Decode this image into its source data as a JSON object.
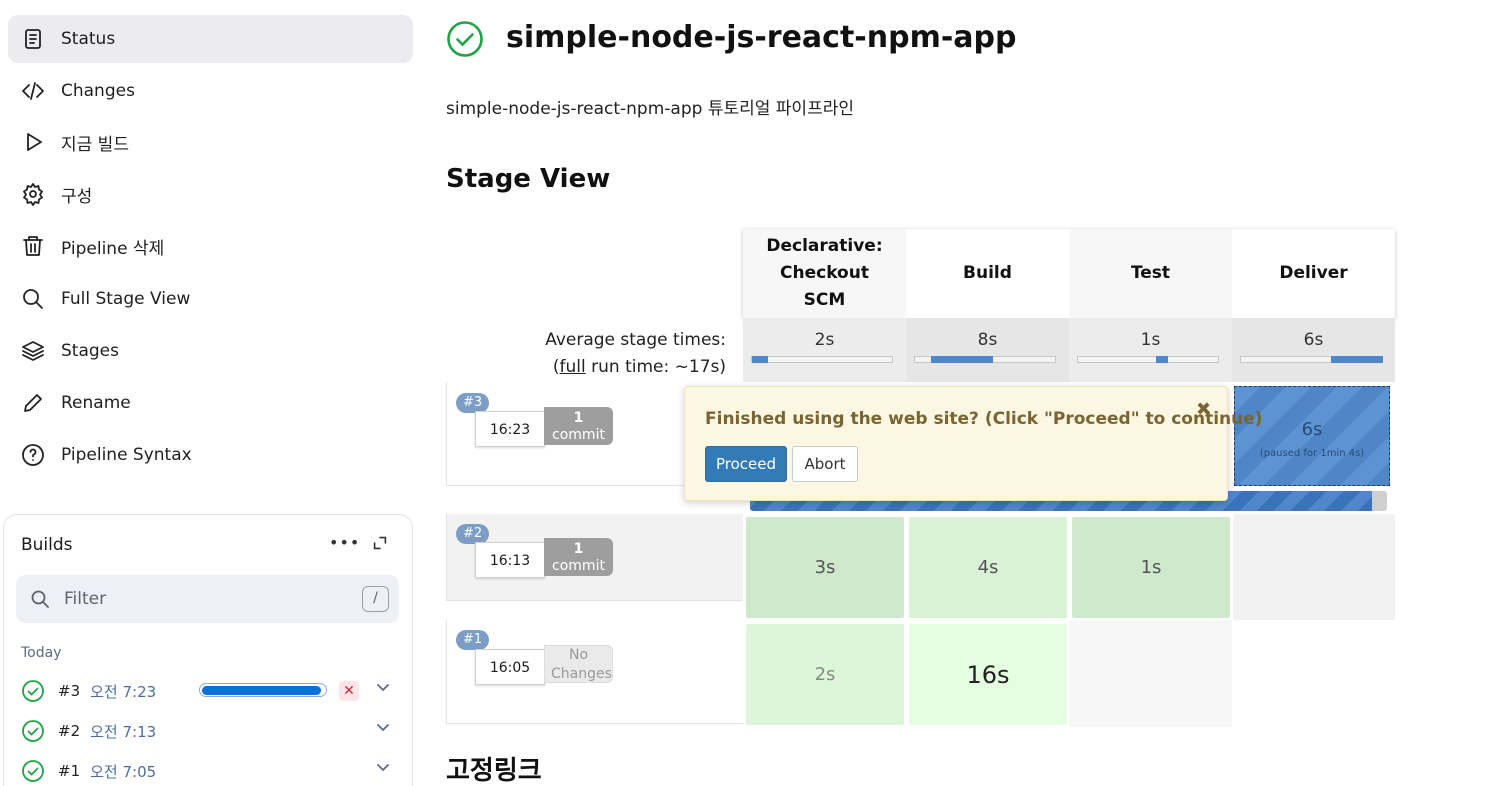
{
  "sidebar": {
    "items": [
      {
        "label": "Status",
        "icon": "status-icon"
      },
      {
        "label": "Changes",
        "icon": "code-icon"
      },
      {
        "label": "지금 빌드",
        "icon": "play-icon"
      },
      {
        "label": "구성",
        "icon": "gear-icon"
      },
      {
        "label": "Pipeline 삭제",
        "icon": "trash-icon"
      },
      {
        "label": "Full Stage View",
        "icon": "search-icon"
      },
      {
        "label": "Stages",
        "icon": "layers-icon"
      },
      {
        "label": "Rename",
        "icon": "pencil-icon"
      },
      {
        "label": "Pipeline Syntax",
        "icon": "help-icon"
      }
    ]
  },
  "builds": {
    "title": "Builds",
    "more": "•••",
    "filter_placeholder": "Filter",
    "filter_shortcut": "/",
    "group": "Today",
    "rows": [
      {
        "number": "#3",
        "time": "오전 7:23",
        "progress": 0.97,
        "running": true
      },
      {
        "number": "#2",
        "time": "오전 7:13"
      },
      {
        "number": "#1",
        "time": "오전 7:05"
      }
    ]
  },
  "main": {
    "title": "simple-node-js-react-npm-app",
    "description": "simple-node-js-react-npm-app 튜토리얼 파이프라인",
    "stage_view_heading": "Stage View",
    "permalinks_heading": "고정링크"
  },
  "stage_view": {
    "stages": [
      "Declarative: Checkout SCM",
      "Build",
      "Test",
      "Deliver"
    ],
    "avg_label_line1": "Average stage times:",
    "avg_label_full": "full",
    "avg_label_rest": " run time: ~17s)",
    "avg_label_open": "(",
    "avg_times": [
      "2s",
      "8s",
      "1s",
      "6s"
    ],
    "runs": [
      {
        "badge": "#3",
        "time": "16:23",
        "changes": "1",
        "changes_unit": "commit"
      },
      {
        "badge": "#2",
        "time": "16:13",
        "changes": "1",
        "changes_unit": "commit",
        "durations": [
          "3s",
          "4s",
          "1s",
          ""
        ]
      },
      {
        "badge": "#1",
        "time": "16:05",
        "changes": "No Changes",
        "durations": [
          "2s",
          "16s",
          "",
          ""
        ]
      }
    ],
    "paused_cell": {
      "value": "6s",
      "note": "(paused for 1min 4s)"
    },
    "input_popup": {
      "message": "Finished using the web site? (Click \"Proceed\" to continue)",
      "close": "✖",
      "proceed": "Proceed",
      "abort": "Abort"
    }
  },
  "colors": {
    "accent": "#337ab7",
    "success": "#1ea446",
    "progress": "#0b6fdc",
    "danger": "#d02b39"
  }
}
